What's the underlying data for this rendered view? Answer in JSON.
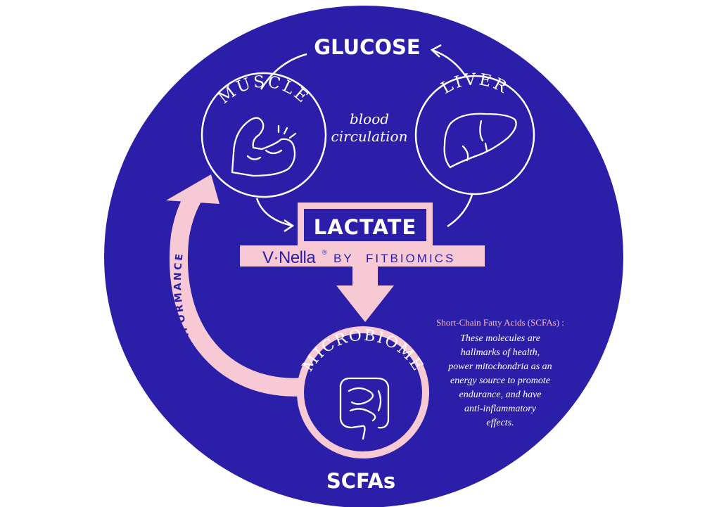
{
  "diagram": {
    "nodes": {
      "glucose": "GLUCOSE",
      "muscle": "MUSCLE",
      "liver": "LIVER",
      "lactate": "LACTATE",
      "microbiome": "MICROBIOME",
      "scfas": "SCFAs"
    },
    "blood_circulation": [
      "blood",
      "circulation"
    ],
    "performance_label": "PERFORMANCE",
    "brand": {
      "product": "V·Nella",
      "registered": "®",
      "by": "BY",
      "company": "FITBIOMICS"
    },
    "scfa_note": {
      "title": "Short-Chain Fatty Acids (SCFAs) :",
      "lines": [
        "These molecules are",
        "hallmarks of health,",
        "power mitochondria as an",
        "energy source to promote",
        "endurance, and have",
        "anti-inflammatory",
        "effects."
      ]
    },
    "icons": [
      "flexed-arm-icon",
      "liver-icon",
      "intestines-icon"
    ],
    "colors": {
      "navy": "#2b1ea8",
      "pink": "#f7c9d4",
      "white": "#ffffff",
      "highlight_pink": "#f3b8c8"
    }
  }
}
